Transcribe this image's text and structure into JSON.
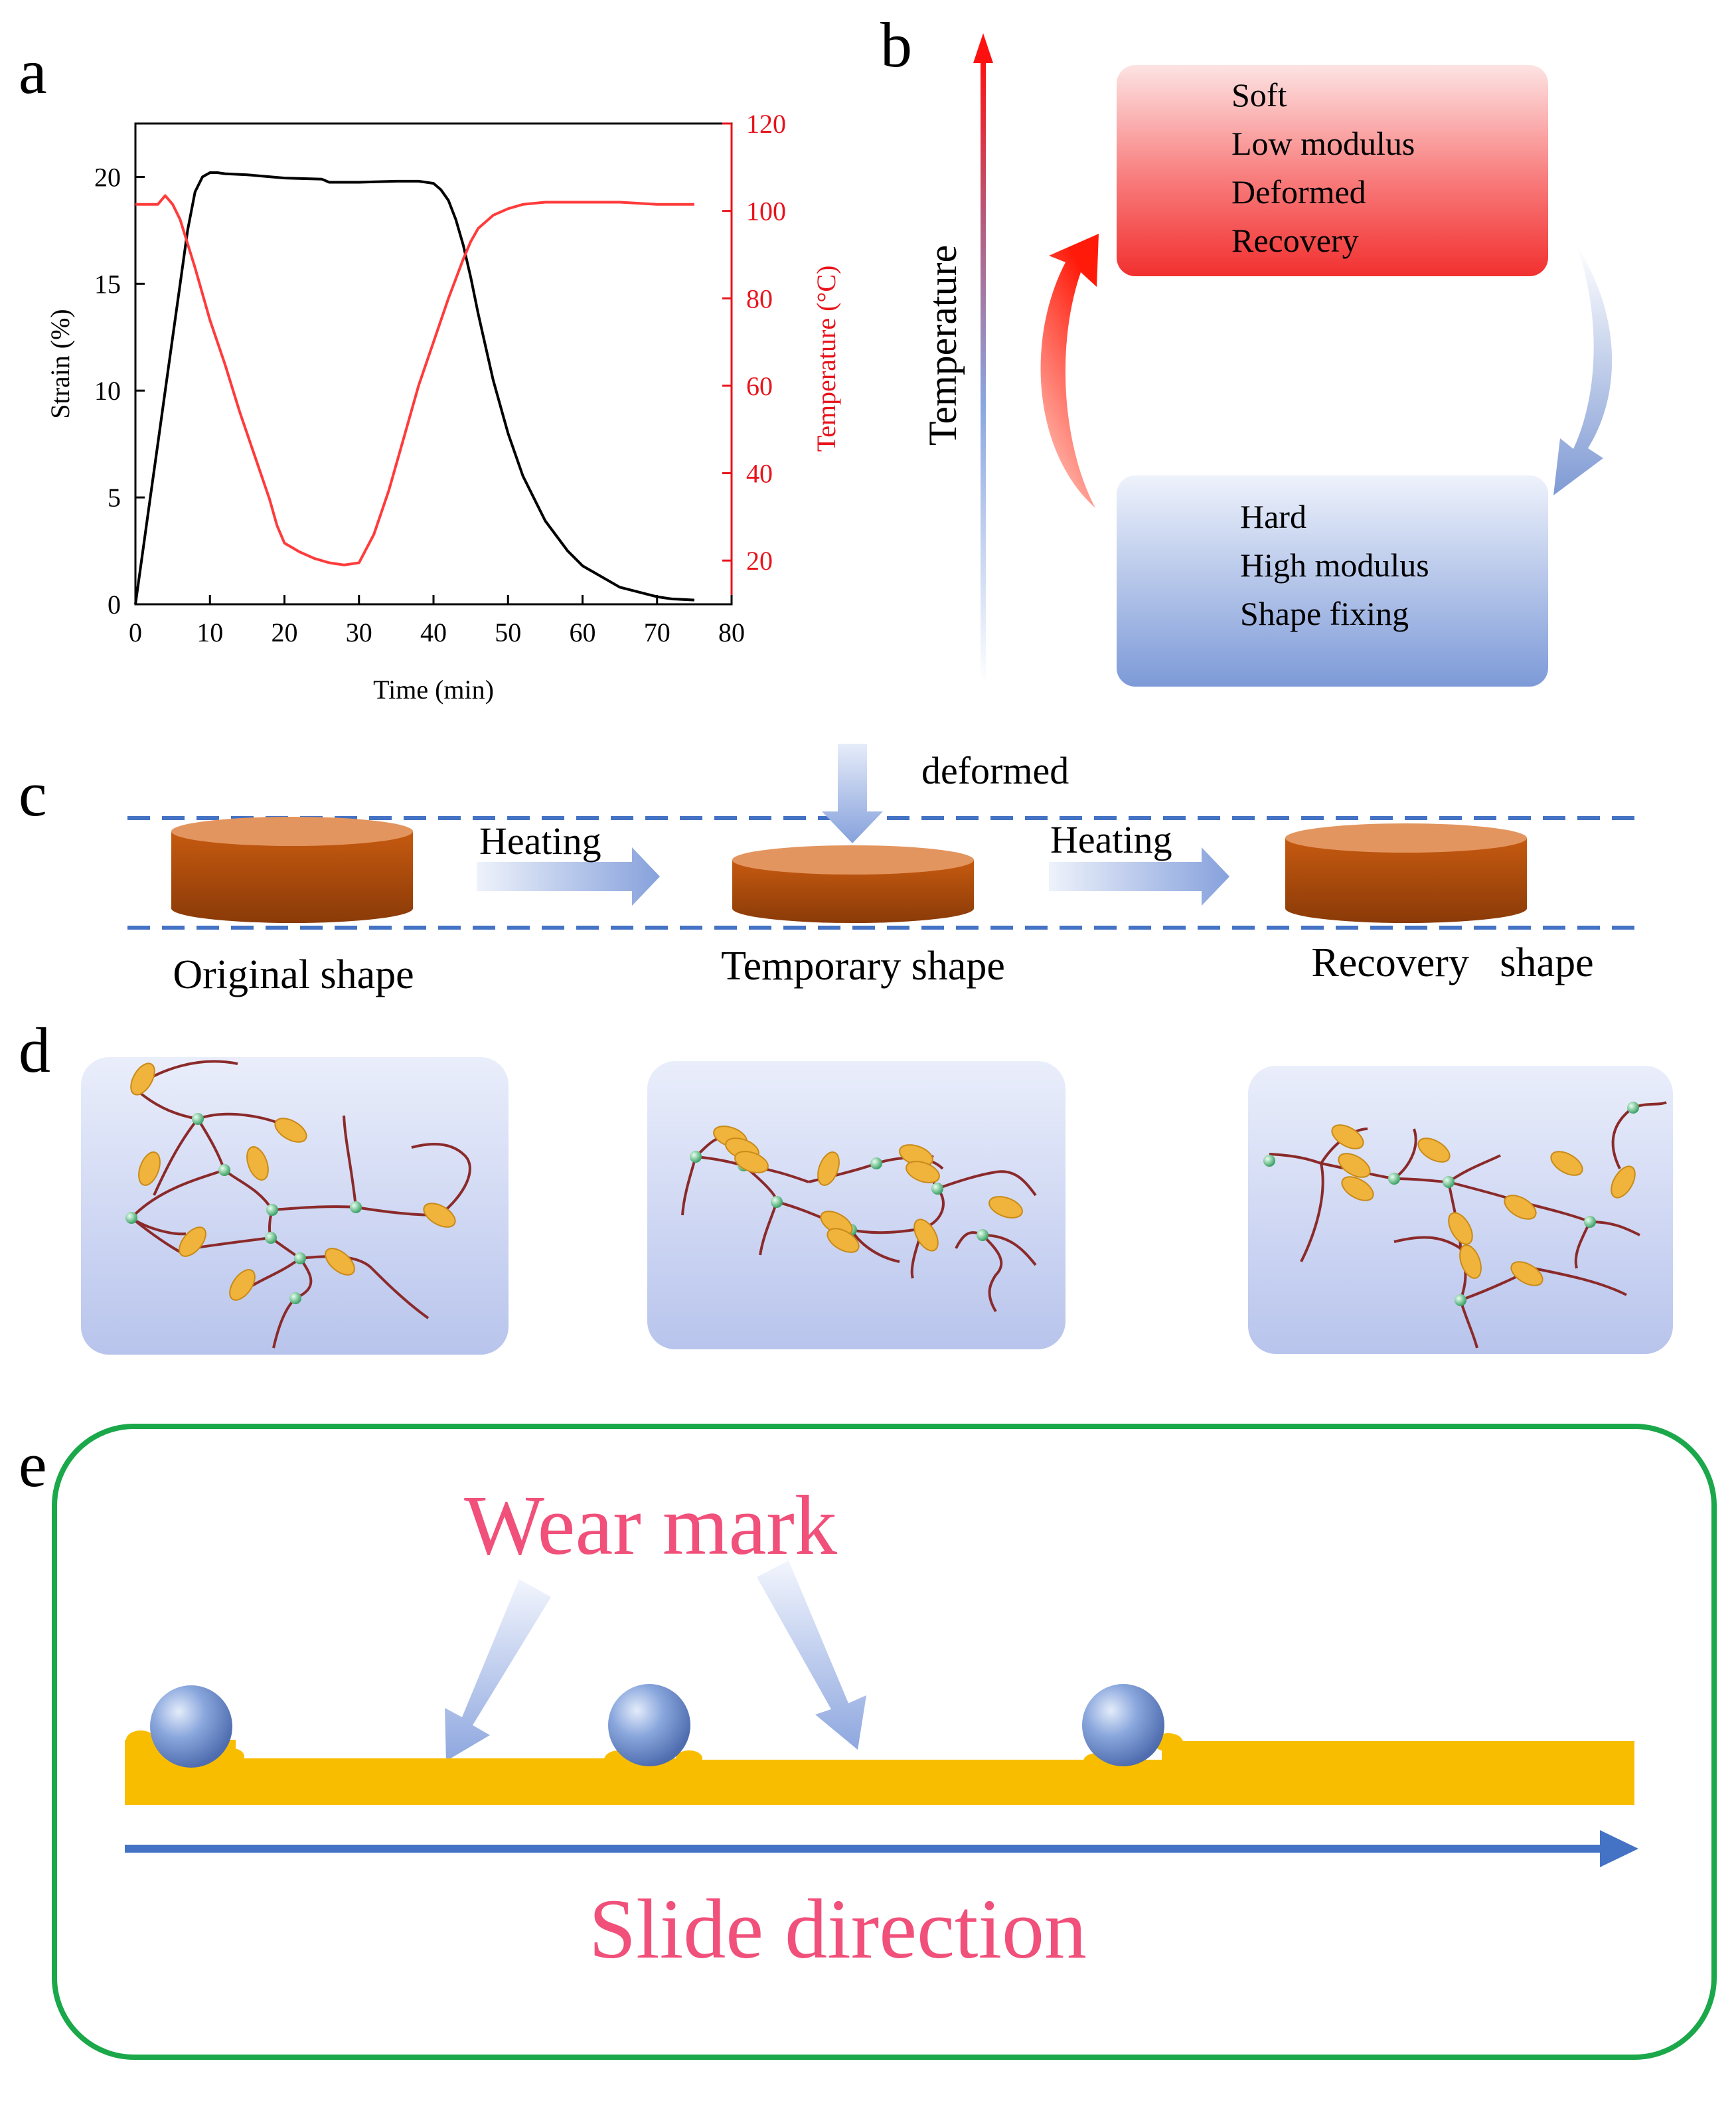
{
  "panel_labels": {
    "a": "a",
    "b": "b",
    "c": "c",
    "d": "d",
    "e": "e"
  },
  "colors": {
    "strain_line": "#000000",
    "temperature_line": "#ff3b3b",
    "temperature_axis": "#e8131b",
    "dashed_guide": "#4472c4",
    "cylinder": "#b8520c",
    "chain": "#8b2a2a",
    "crosslink": "#3fae6e",
    "ellipse_segment": "#f0b43c",
    "frame_green": "#1aa84a",
    "bar_yellow": "#f9bd00",
    "slide_arrow": "#4472c4",
    "pink_text": "#f0507a"
  },
  "chart_data": {
    "type": "line",
    "title": "",
    "xlabel": "Time (min)",
    "ylabel": "Strain (%)",
    "y2label": "Temperature (°C)",
    "xlim": [
      0,
      80
    ],
    "ylim": [
      0,
      22.5
    ],
    "y2lim": [
      10,
      120
    ],
    "x_ticks": [
      "0",
      "10",
      "20",
      "30",
      "40",
      "50",
      "60",
      "70",
      "80"
    ],
    "y_ticks": [
      "0",
      "5",
      "10",
      "15",
      "20"
    ],
    "y2_ticks": [
      "20",
      "40",
      "60",
      "80",
      "100",
      "120"
    ],
    "series": [
      {
        "axis": "left",
        "color": "#000000",
        "x": [
          0,
          1,
          2,
          3,
          4,
          5,
          6,
          7,
          8,
          9,
          10,
          11,
          12,
          15,
          20,
          25,
          26,
          28,
          30,
          35,
          38,
          40,
          41,
          42,
          43,
          44,
          45,
          46,
          48,
          50,
          52,
          55,
          58,
          60,
          65,
          70,
          72,
          75
        ],
        "y": [
          0,
          2.5,
          5,
          7.5,
          10,
          12.5,
          15,
          17.5,
          19.3,
          20.0,
          20.2,
          20.2,
          20.15,
          20.1,
          19.95,
          19.9,
          19.75,
          19.75,
          19.75,
          19.8,
          19.8,
          19.7,
          19.4,
          18.9,
          18.0,
          16.8,
          15.3,
          13.6,
          10.5,
          8.0,
          6.0,
          3.9,
          2.5,
          1.8,
          0.8,
          0.35,
          0.25,
          0.2
        ]
      },
      {
        "axis": "right",
        "color": "#ff3b3b",
        "x": [
          0,
          2,
          3,
          4,
          5,
          6,
          8,
          10,
          12,
          14,
          16,
          18,
          19,
          20,
          22,
          24,
          26,
          28,
          30,
          32,
          34,
          36,
          38,
          40,
          42,
          44,
          45,
          46,
          48,
          50,
          52,
          55,
          58,
          60,
          65,
          70,
          75
        ],
        "y": [
          101.5,
          101.5,
          101.5,
          103.5,
          101.5,
          98,
          87,
          75,
          65,
          54,
          44,
          34,
          28,
          24,
          22,
          20.5,
          19.5,
          19,
          19.5,
          26,
          36,
          48,
          60,
          70,
          80,
          89,
          93,
          96,
          99,
          100.5,
          101.5,
          102,
          102,
          102,
          102,
          101.5,
          101.5
        ]
      }
    ]
  },
  "panel_b": {
    "axis_label": "Temperature",
    "hot_state": [
      "Soft",
      "Low modulus",
      "Deformed",
      "Recovery"
    ],
    "cold_state": [
      "Hard",
      "High  modulus",
      "Shape fixing"
    ]
  },
  "panel_c": {
    "force_label": "deformed",
    "arrow1_label": "Heating",
    "arrow2_label": "Heating",
    "shape1": "Original shape",
    "shape2": "Temporary shape",
    "shape3": "Recovery   shape"
  },
  "panel_e": {
    "wear_label": "Wear mark",
    "slide_label": "Slide direction"
  }
}
